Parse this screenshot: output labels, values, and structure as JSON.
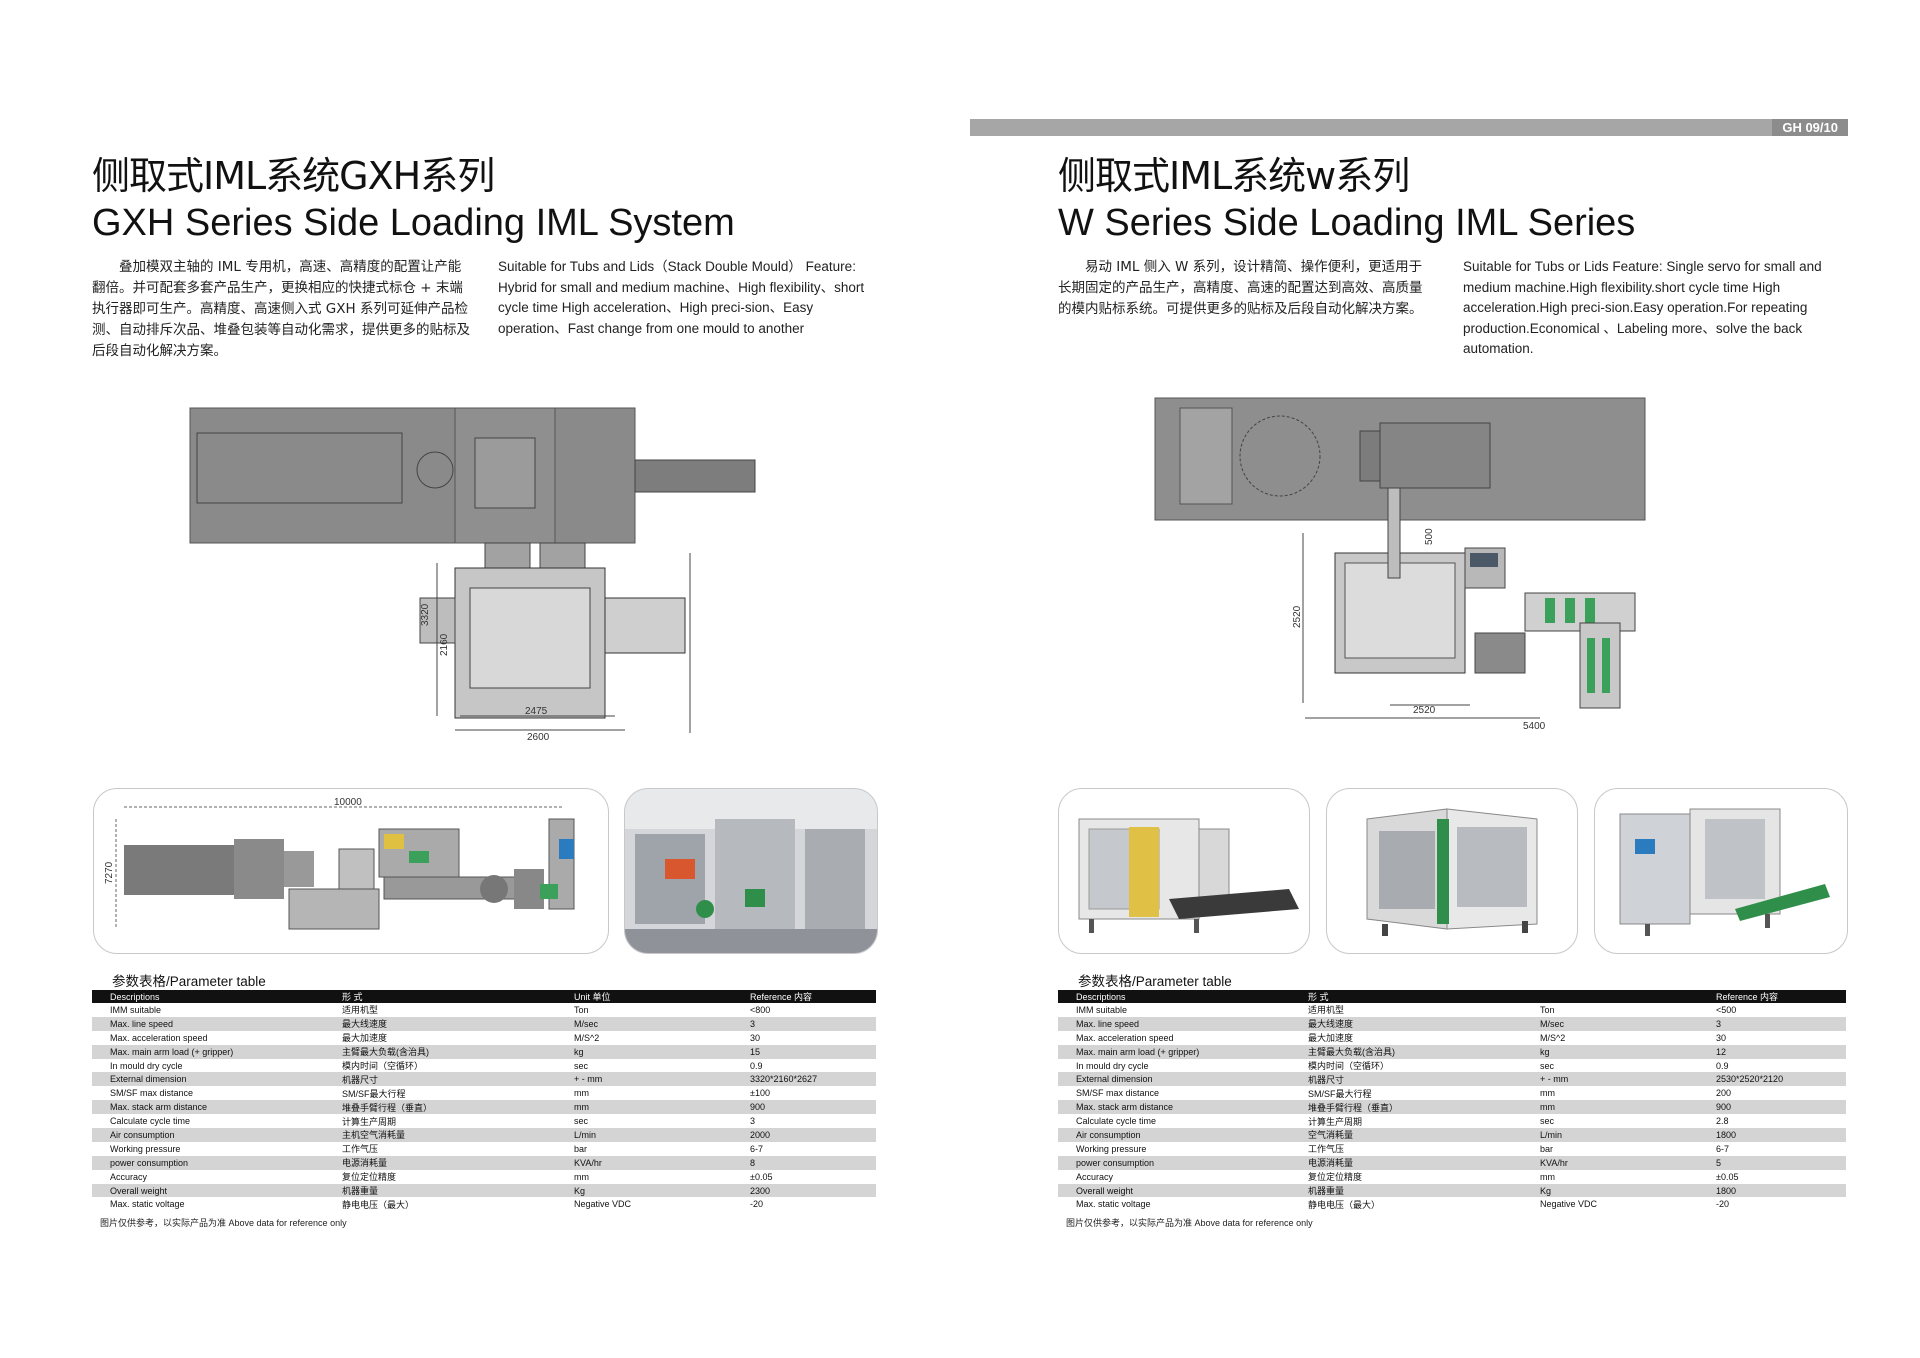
{
  "page_number": "GH 09/10",
  "left": {
    "title_cn": "侧取式IML系统GXH系列",
    "title_en": "GXH Series Side Loading IML System",
    "desc_cn": "叠加模双主轴的 IML 专用机，高速、高精度的配置让产能翻倍。并可配套多套产品生产，更换相应的快捷式标仓 + 末端执行器即可生产。高精度、高速侧入式 GXH 系列可延伸产品检测、自动排斥次品、堆叠包装等自动化需求，提供更多的贴标及后段自动化解决方案。",
    "desc_en": "Suitable for Tubs and Lids（Stack Double Mould） Feature: Hybrid for small and medium machine、High flexibility、short cycle time High acceleration、High preci-sion、Easy operation、Fast change from one mould to another",
    "dims": {
      "h1": "3320",
      "h2": "2160",
      "w1": "2475",
      "w2": "2600"
    },
    "layout_dims": {
      "w": "10000",
      "h": "7270"
    },
    "param_title": "参数表格/Parameter table",
    "headers": [
      "Descriptions",
      "形 式",
      "Unit 单位",
      "Reference 内容"
    ],
    "rows": [
      [
        "IMM suitable",
        "适用机型",
        "Ton",
        "<800"
      ],
      [
        "Max. line speed",
        "最大线速度",
        "M/sec",
        "3"
      ],
      [
        "Max. acceleration speed",
        "最大加速度",
        "M/S^2",
        "30"
      ],
      [
        "Max. main arm load (+ gripper)",
        "主臂最大负载(含治具)",
        "kg",
        "15"
      ],
      [
        "In mould dry cycle",
        "模内时间（空循环）",
        "sec",
        "0.9"
      ],
      [
        "External dimension",
        "机器尺寸",
        "+ - mm",
        "3320*2160*2627"
      ],
      [
        "SM/SF max distance",
        "SM/SF最大行程",
        "mm",
        "±100"
      ],
      [
        "Max. stack arm distance",
        "堆叠手臂行程（垂直）",
        "mm",
        "900"
      ],
      [
        "Calculate cycle time",
        "计算生产周期",
        "sec",
        "3"
      ],
      [
        "Air consumption",
        "主机空气消耗量",
        "L/min",
        "2000"
      ],
      [
        "Working pressure",
        "工作气压",
        "bar",
        "6-7"
      ],
      [
        "power consumption",
        "电源消耗量",
        "KVA/hr",
        "8"
      ],
      [
        "Accuracy",
        "复位定位精度",
        "mm",
        "±0.05"
      ],
      [
        "Overall weight",
        "机器重量",
        "Kg",
        "2300"
      ],
      [
        "Max. static voltage",
        "静电电压（最大）",
        "Negative VDC",
        "-20"
      ]
    ],
    "note": "图片仅供参考，以实际产品为准  Above data for reference only"
  },
  "right": {
    "title_cn": "侧取式IML系统w系列",
    "title_en": "W Series Side Loading IML Series",
    "desc_cn": "易动 IML 侧入 W 系列，设计精简、操作便利，更适用于长期固定的产品生产，高精度、高速的配置达到高效、高质量的模内贴标系统。可提供更多的贴标及后段自动化解决方案。",
    "desc_en": "Suitable for Tubs or Lids Feature: Single servo for small and medium machine.High flexibility.short cycle time High acceleration.High preci-sion.Easy operation.For repeating production.Economical 、Labeling more、solve the back automation.",
    "dims": {
      "a": "500",
      "h": "2520",
      "w1": "2520",
      "w2": "5400"
    },
    "param_title": "参数表格/Parameter table",
    "headers": [
      "Descriptions",
      "形 式",
      "",
      "Reference 内容"
    ],
    "rows": [
      [
        "IMM suitable",
        "适用机型",
        "Ton",
        "<500"
      ],
      [
        "Max. line speed",
        "最大线速度",
        "M/sec",
        "3"
      ],
      [
        "Max. acceleration speed",
        "最大加速度",
        "M/S^2",
        "30"
      ],
      [
        "Max. main arm load (+ gripper)",
        "主臂最大负载(含治具)",
        "kg",
        "12"
      ],
      [
        "In mould dry cycle",
        "模内时间（空循环）",
        "sec",
        "0.9"
      ],
      [
        "External dimension",
        "机器尺寸",
        "+ - mm",
        "2530*2520*2120"
      ],
      [
        "SM/SF max distance",
        "SM/SF最大行程",
        "mm",
        "200"
      ],
      [
        "Max. stack arm distance",
        "堆叠手臂行程（垂直）",
        "mm",
        "900"
      ],
      [
        "Calculate cycle time",
        "计算生产周期",
        "sec",
        "2.8"
      ],
      [
        "Air consumption",
        "空气消耗量",
        "L/min",
        "1800"
      ],
      [
        "Working pressure",
        "工作气压",
        "bar",
        "6-7"
      ],
      [
        "power consumption",
        "电源消耗量",
        "KVA/hr",
        "5"
      ],
      [
        "Accuracy",
        "复位定位精度",
        "mm",
        "±0.05"
      ],
      [
        "Overall weight",
        "机器重量",
        "Kg",
        "1800"
      ],
      [
        "Max. static voltage",
        "静电电压（最大）",
        "Negative VDC",
        "-20"
      ]
    ],
    "note": "图片仅供参考，以实际产品为准  Above data for reference only"
  }
}
